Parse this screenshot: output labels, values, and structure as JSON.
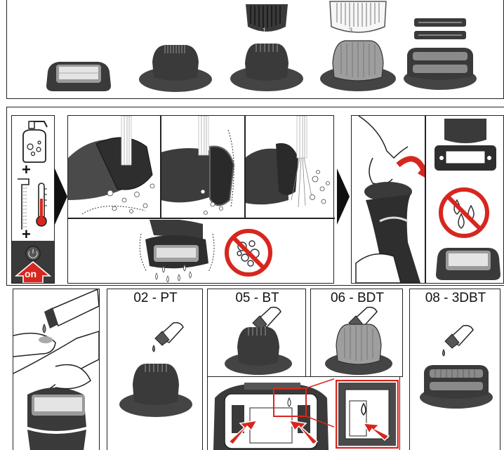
{
  "colors": {
    "ink": "#1a1a1a",
    "dark_gray": "#3a3a3a",
    "mid_gray": "#6d6d6d",
    "light_gray": "#bdbdbd",
    "warning_red": "#d7261e",
    "water_blue_white": "#ffffff"
  },
  "top_strip": {
    "heads": [
      {
        "name": "foil-head"
      },
      {
        "name": "pt-head"
      },
      {
        "name": "bt-head-with-comb"
      },
      {
        "name": "bdt-head-with-comb"
      },
      {
        "name": "3dbt-head-with-cutters"
      }
    ],
    "comb_marks": [
      "1",
      "3"
    ]
  },
  "step_one": {
    "sequence": [
      "soap-bottle-icon",
      "thermometer-icon",
      "power-button-icon"
    ],
    "plus_sign": "+",
    "on_label": "on"
  },
  "oil_panels": [
    {
      "label": "02 - PT"
    },
    {
      "label": "05 - BT"
    },
    {
      "label": "06 - BDT"
    },
    {
      "label": "08 - 3DBT"
    }
  ]
}
